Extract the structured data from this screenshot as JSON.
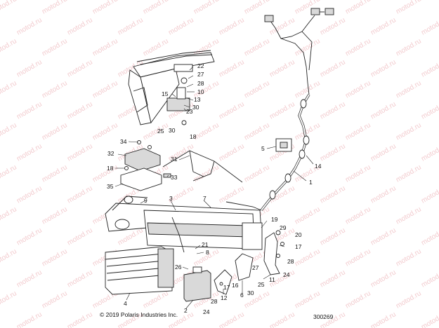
{
  "copyright": "© 2019 Polaris Industries Inc.",
  "diagram_id": "300269",
  "watermark": "motod.ru",
  "callouts": [
    "22",
    "27",
    "28",
    "10",
    "13",
    "15",
    "30",
    "23",
    "25",
    "30",
    "18",
    "34",
    "32",
    "31",
    "33",
    "18",
    "35",
    "5",
    "14",
    "1",
    "9",
    "3",
    "7",
    "19",
    "29",
    "20",
    "17",
    "21",
    "8",
    "26",
    "16",
    "17",
    "27",
    "28",
    "24",
    "11",
    "25",
    "30",
    "4",
    "2",
    "24",
    "28",
    "12",
    "6"
  ]
}
